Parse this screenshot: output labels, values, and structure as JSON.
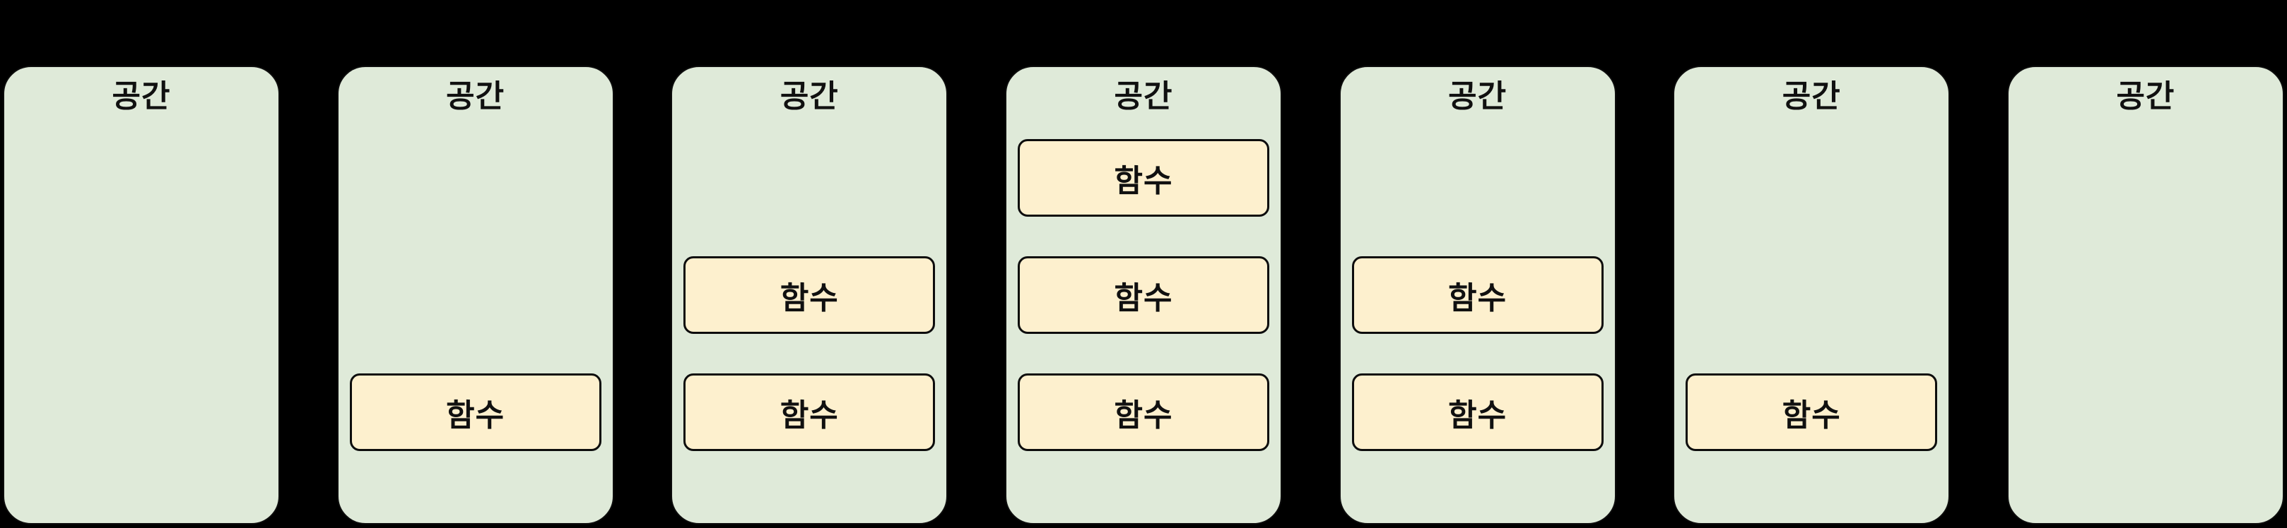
{
  "diagram": {
    "description_labels": {
      "space": "공간",
      "function": "함수"
    },
    "colors": {
      "background": "#000000",
      "card_fill": "#dfead9",
      "box_fill": "#fdf0ce",
      "stroke": "#0d0d0d",
      "text": "#101010"
    }
  },
  "cards": [
    {
      "title": "공간",
      "functions": []
    },
    {
      "title": "공간",
      "functions": [
        {
          "label": "함수"
        }
      ]
    },
    {
      "title": "공간",
      "functions": [
        {
          "label": "함수"
        },
        {
          "label": "함수"
        }
      ]
    },
    {
      "title": "공간",
      "functions": [
        {
          "label": "함수"
        },
        {
          "label": "함수"
        },
        {
          "label": "함수"
        }
      ]
    },
    {
      "title": "공간",
      "functions": [
        {
          "label": "함수"
        },
        {
          "label": "함수"
        }
      ]
    },
    {
      "title": "공간",
      "functions": [
        {
          "label": "함수"
        }
      ]
    },
    {
      "title": "공간",
      "functions": []
    }
  ]
}
